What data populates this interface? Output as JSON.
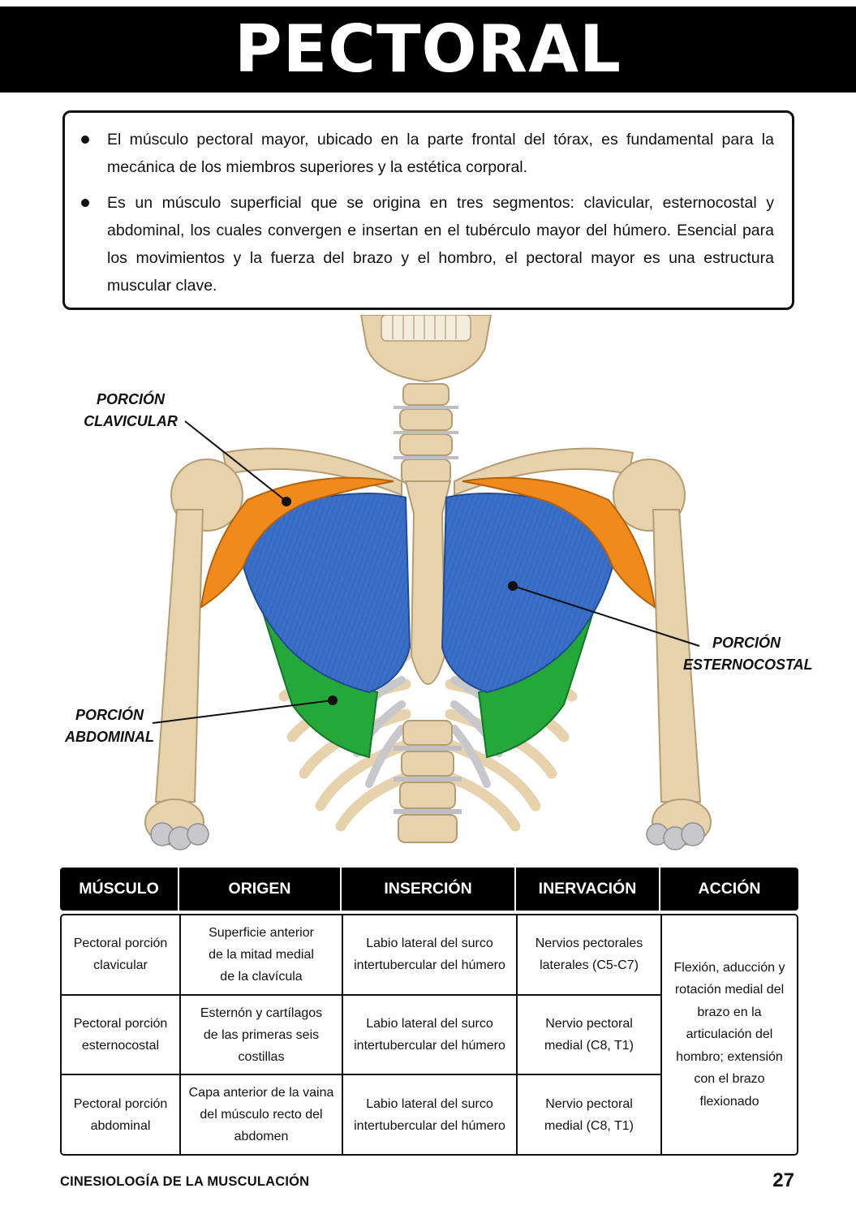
{
  "header": {
    "title": "PECTORAL"
  },
  "intro": {
    "bullets": [
      "El músculo pectoral mayor, ubicado en la parte frontal del tórax, es fundamental para la mecánica de los miembros superiores y la estética corporal.",
      "Es un músculo superficial que se origina en tres segmentos: clavicular, esternocostal y abdominal, los cuales convergen e insertan en el tubérculo mayor del húmero. Esencial para los movimientos y la fuerza del brazo y el hombro, el pectoral mayor es una estructura muscular clave."
    ]
  },
  "figure": {
    "labels": {
      "clavicular": [
        "PORCIÓN",
        "CLAVICULAR"
      ],
      "esternocostal": [
        "PORCIÓN",
        "ESTERNOCOSTAL"
      ],
      "abdominal": [
        "PORCIÓN",
        "ABDOMINAL"
      ]
    },
    "colors": {
      "clavicular": "#f08a1c",
      "esternocostal": "#3a6fc9",
      "abdominal": "#24a83a",
      "bone": "#e6d2ad",
      "cartilage": "#c8c8cc"
    }
  },
  "table": {
    "headers": [
      "MÚSCULO",
      "ORIGEN",
      "INSERCIÓN",
      "INERVACIÓN",
      "ACCIÓN"
    ],
    "rows": [
      {
        "musculo": "Pectoral porción clavicular",
        "origen": "Superficie anterior de la mitad medial de la clavícula",
        "insercion": "Labio lateral del surco intertubercular del húmero",
        "inervacion": "Nervios pectorales laterales (C5-C7)"
      },
      {
        "musculo": "Pectoral porción esternocostal",
        "origen": "Esternón y cartílagos de las primeras seis costillas",
        "insercion": "Labio lateral del surco intertubercular del húmero",
        "inervacion": "Nervio pectoral medial (C8, T1)"
      },
      {
        "musculo": "Pectoral porción abdominal",
        "origen": "Capa anterior de la vaina del músculo recto del abdomen",
        "insercion": "Labio lateral del surco intertubercular del húmero",
        "inervacion": "Nervio pectoral medial (C8, T1)"
      }
    ],
    "accion": "Flexión, aducción y rotación medial del brazo en la articulación del hombro; extensión con el brazo flexionado"
  },
  "footer": {
    "book_title": "CINESIOLOGÍA DE LA MUSCULACIÓN",
    "page_number": "27"
  }
}
